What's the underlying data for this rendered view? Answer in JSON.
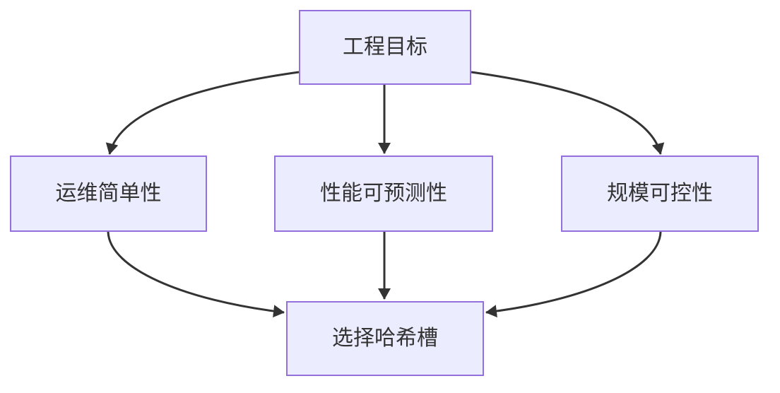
{
  "diagram": {
    "type": "flowchart",
    "direction": "top-down",
    "nodes": {
      "goal": {
        "id": "goal",
        "label": "工程目标"
      },
      "ops": {
        "id": "ops",
        "label": "运维简单性"
      },
      "perf": {
        "id": "perf",
        "label": "性能可预测性"
      },
      "scale": {
        "id": "scale",
        "label": "规模可控性"
      },
      "decision": {
        "id": "decision",
        "label": "选择哈希槽"
      }
    },
    "edges": [
      {
        "from": "goal",
        "to": "ops"
      },
      {
        "from": "goal",
        "to": "perf"
      },
      {
        "from": "goal",
        "to": "scale"
      },
      {
        "from": "ops",
        "to": "decision"
      },
      {
        "from": "perf",
        "to": "decision"
      },
      {
        "from": "scale",
        "to": "decision"
      }
    ],
    "colors": {
      "node_fill": "#ECECFF",
      "node_border": "#9370DB",
      "edge_stroke": "#333333",
      "text": "#333333",
      "background": "#FFFFFF"
    }
  }
}
